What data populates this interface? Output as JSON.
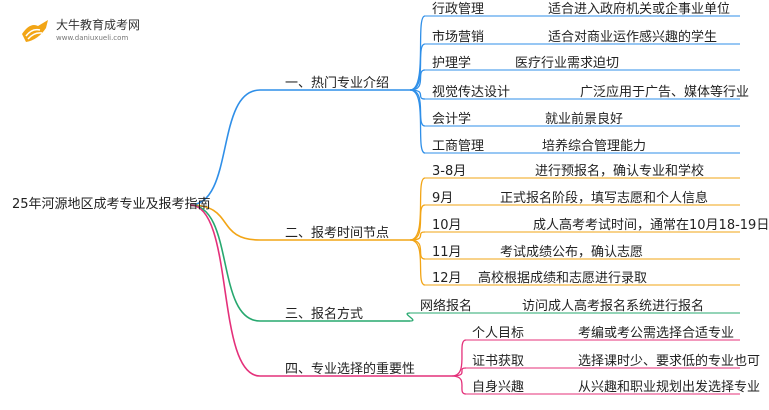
{
  "logo": {
    "title": "大牛教育成考网",
    "subtitle": "www.daniuxueli.com"
  },
  "root": "25年河源地区成考专业及报考指南",
  "branches": [
    {
      "label": "一、热门专业介绍",
      "color": "#2f8fe8",
      "children": [
        {
          "title": "行政管理",
          "desc": "适合进入政府机关或企事业单位"
        },
        {
          "title": "市场营销",
          "desc": "适合对商业运作感兴趣的学生"
        },
        {
          "title": "护理学",
          "desc": "医疗行业需求迫切"
        },
        {
          "title": "视觉传达设计",
          "desc": "广泛应用于广告、媒体等行业"
        },
        {
          "title": "会计学",
          "desc": "就业前景良好"
        },
        {
          "title": "工商管理",
          "desc": "培养综合管理能力"
        }
      ]
    },
    {
      "label": "二、报考时间节点",
      "color": "#f2a516",
      "children": [
        {
          "title": "3-8月",
          "desc": "进行预报名，确认专业和学校"
        },
        {
          "title": "9月",
          "desc": "正式报名阶段，填写志愿和个人信息"
        },
        {
          "title": "10月",
          "desc": "成人高考考试时间，通常在10月18-19日"
        },
        {
          "title": "11月",
          "desc": "考试成绩公布，确认志愿"
        },
        {
          "title": "12月",
          "desc": "高校根据成绩和志愿进行录取"
        }
      ]
    },
    {
      "label": "三、报名方式",
      "color": "#27a86f",
      "children": [
        {
          "title": "网络报名",
          "desc": "访问成人高考报名系统进行报名"
        }
      ]
    },
    {
      "label": "四、专业选择的重要性",
      "color": "#e4307a",
      "children": [
        {
          "title": "个人目标",
          "desc": "考编或考公需选择合适专业"
        },
        {
          "title": "证书获取",
          "desc": "选择课时少、要求低的专业也可"
        },
        {
          "title": "自身兴趣",
          "desc": "从兴趣和职业规划出发选择专业"
        }
      ]
    }
  ]
}
